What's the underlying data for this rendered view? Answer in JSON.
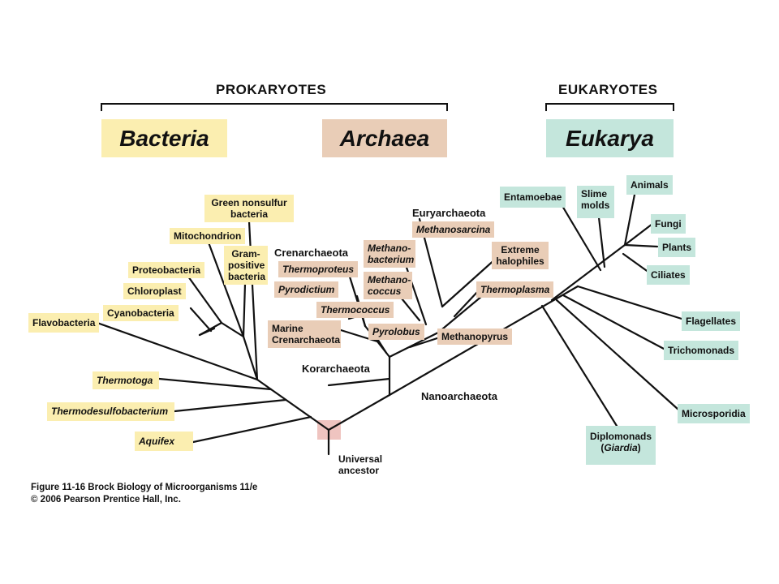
{
  "headers": {
    "prokaryotes": "PROKARYOTES",
    "eukaryotes": "EUKARYOTES"
  },
  "domains": {
    "bacteria": "Bacteria",
    "archaea": "Archaea",
    "eukarya": "Eukarya"
  },
  "bacteria": {
    "green_nonsulfur_1": "Green nonsulfur",
    "green_nonsulfur_2": "bacteria",
    "mitochondrion": "Mitochondrion",
    "gram_positive_1": "Gram-",
    "gram_positive_2": "positive",
    "gram_positive_3": "bacteria",
    "proteobacteria": "Proteobacteria",
    "chloroplast": "Chloroplast",
    "cyanobacteria": "Cyanobacteria",
    "flavobacteria": "Flavobacteria",
    "thermotoga": "Thermotoga",
    "thermodesulfobacterium": "Thermodesulfobacterium",
    "aquifex": "Aquifex"
  },
  "archaea": {
    "euryarchaeota": "Euryarchaeota",
    "methanosarcina": "Methanosarcina",
    "crenarchaeota": "Crenarchaeota",
    "thermoproteus": "Thermoproteus",
    "methanobacterium_1": "Methano-",
    "methanobacterium_2": "bacterium",
    "extreme_halophiles_1": "Extreme",
    "extreme_halophiles_2": "halophiles",
    "pyrodictium": "Pyrodictium",
    "methanococcus_1": "Methano-",
    "methanococcus_2": "coccus",
    "thermoplasma": "Thermoplasma",
    "thermococcus": "Thermococcus",
    "marine_cren_1": "Marine",
    "marine_cren_2": "Crenarchaeota",
    "pyrolobus": "Pyrolobus",
    "methanopyrus": "Methanopyrus",
    "korarchaeota": "Korarchaeota",
    "nanoarchaeota": "Nanoarchaeota"
  },
  "eukarya": {
    "entamoebae": "Entamoebae",
    "slime_molds_1": "Slime",
    "slime_molds_2": "molds",
    "animals": "Animals",
    "fungi": "Fungi",
    "plants": "Plants",
    "ciliates": "Ciliates",
    "flagellates": "Flagellates",
    "trichomonads": "Trichomonads",
    "microsporidia": "Microsporidia",
    "diplomonads_1": "Diplomonads",
    "diplomonads_2a": "(",
    "diplomonads_2b": "Giardia",
    "diplomonads_2c": ")"
  },
  "root": {
    "line1": "Universal",
    "line2": "ancestor"
  },
  "caption": {
    "line1": "Figure 11-16 Brock Biology of Microorganisms 11/e",
    "line2": "© 2006 Pearson Prentice Hall, Inc."
  },
  "colors": {
    "bacteria": "#fbeeb0",
    "archaea": "#e9cdb7",
    "eukarya": "#c4e6dc",
    "root": "#efc4c0",
    "line": "#111111"
  }
}
